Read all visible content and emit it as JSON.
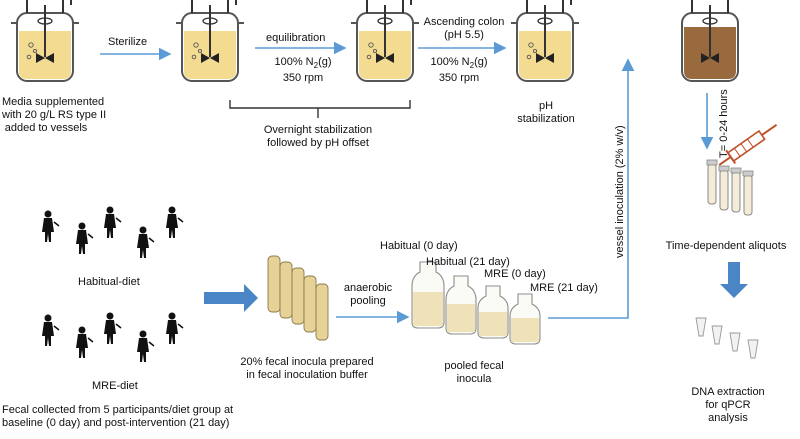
{
  "top_row": {
    "media_label": [
      "Media supplemented",
      "with 20 g/L RS type II",
      "added to vessels"
    ],
    "sterilize": "Sterilize",
    "equilibration": "equilibration",
    "eq_gas": "100% N",
    "eq_gas_sub": "2",
    "eq_gas_suffix": "(g)",
    "eq_rpm": "350 rpm",
    "overnight": [
      "Overnight stabilization",
      "followed by pH offset"
    ],
    "ascending": [
      "Ascending colon",
      "(pH 5.5)"
    ],
    "asc_gas": "100% N",
    "asc_gas_sub": "2",
    "asc_gas_suffix": "(g)",
    "asc_rpm": "350 rpm",
    "ph_stab": [
      "pH",
      "stabilization"
    ],
    "vessel_inoc": "vessel inoculation (2% w/v)",
    "time": "T= 0-24 hours",
    "aliquots": "Time-dependent  aliquots",
    "dna": [
      "DNA extraction",
      "for qPCR",
      "analysis"
    ]
  },
  "bottom_row": {
    "habitual_diet": "Habitual-diet",
    "mre_diet": "MRE-diet",
    "fecal_collected": [
      "Fecal collected from 5 participants/diet group at",
      "baseline (0 day) and post-intervention (21 day)"
    ],
    "anaerobic": [
      "anaerobic",
      "pooling"
    ],
    "inocula_prep": [
      "20% fecal inocula prepared",
      "in fecal inoculation buffer"
    ],
    "bottle_labels": [
      "Habitual (0 day)",
      "Habitual (21 day)",
      "MRE (0 day)",
      "MRE (21 day)"
    ],
    "pooled": [
      "pooled fecal",
      "inocula"
    ]
  },
  "colors": {
    "arrow": "#5b9bd5",
    "arrow_dark": "#4a86c5",
    "media": "#f3dc92",
    "vessel_line": "#555555",
    "brown": "#9a6a3f",
    "tube": "#e6d197",
    "bottle_liquid": "#f0e2b8"
  }
}
